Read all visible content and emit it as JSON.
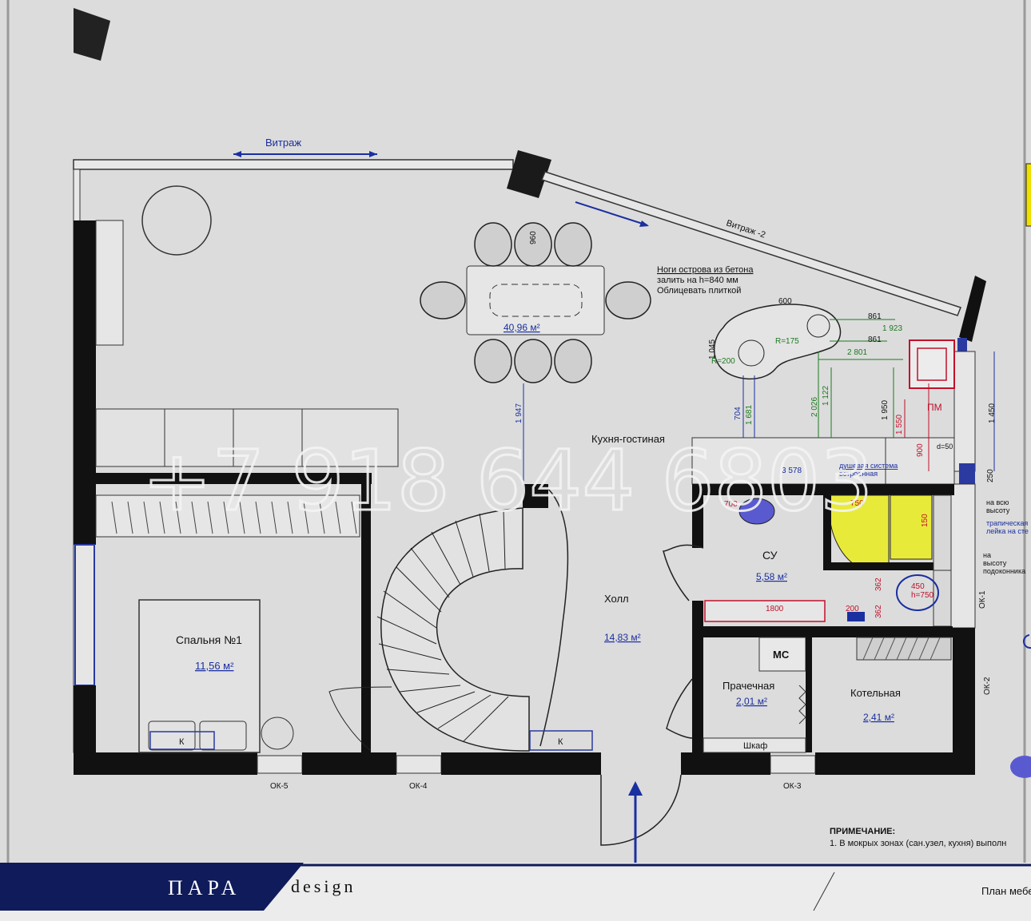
{
  "rooms": {
    "kitchen": {
      "name": "Кухня-гостиная",
      "area": "40,96 м²"
    },
    "bedroom": {
      "name": "Спальня №1",
      "area": "11,56 м²"
    },
    "hall": {
      "name": "Холл",
      "area": "14,83 м²"
    },
    "bathroom": {
      "name": "СУ",
      "area": "5,58 м²"
    },
    "laundry": {
      "name": "Прачечная",
      "area": "2,01 м²"
    },
    "boiler": {
      "name": "Котельная",
      "area": "2,41 м²"
    }
  },
  "labels": {
    "vitrazh": "Витраж",
    "vitrazh2": "Витраж -2",
    "island_note": [
      "Ноги острова из бетона",
      "залить на h=840 мм",
      "Облицевать плиткой"
    ],
    "pm": "ПМ",
    "mc": "МС",
    "shkaf": "Шкаф",
    "k1": "К",
    "k2": "К",
    "shower": [
      "душевая система",
      "встроенная"
    ],
    "full_height": [
      "на всю",
      "высоту"
    ],
    "trap": [
      "трапическая",
      "лейка на сте"
    ],
    "sill": [
      "на",
      "высоту",
      "подоконника"
    ],
    "h750": "h=750",
    "d50": "d=50"
  },
  "windows": [
    "ОК-5",
    "ОК-4",
    "ОК-3",
    "ОК-1",
    "ОК-2"
  ],
  "dims": {
    "d861a": "861",
    "d861b": "861",
    "d1923": "1 923",
    "d2801": "2 801",
    "d600": "600",
    "d1045": "1 045",
    "r175": "R=175",
    "r200": "R=200",
    "d704": "704",
    "d1681": "1 681",
    "d2026": "2 026",
    "d1122": "1 122",
    "d1950": "1 950",
    "d1550": "1 550",
    "d900": "900",
    "d1450": "1 450",
    "d250": "250",
    "d3578": "3 578",
    "d700": "700",
    "d1947": "1 947",
    "d960": "960",
    "d1800": "1800",
    "d200": "200",
    "d362a": "362",
    "d362b": "362",
    "d450": "450",
    "d750": "750",
    "d150": "150"
  },
  "note": {
    "title": "ПРИМЕЧАНИЕ:",
    "text": "1. В мокрых зонах (сан.узел, кухня) выполн"
  },
  "brand": {
    "name": "ПАРА",
    "suffix": "design"
  },
  "sheet_title": "План мебе",
  "watermark": "+7 918 644 6803"
}
